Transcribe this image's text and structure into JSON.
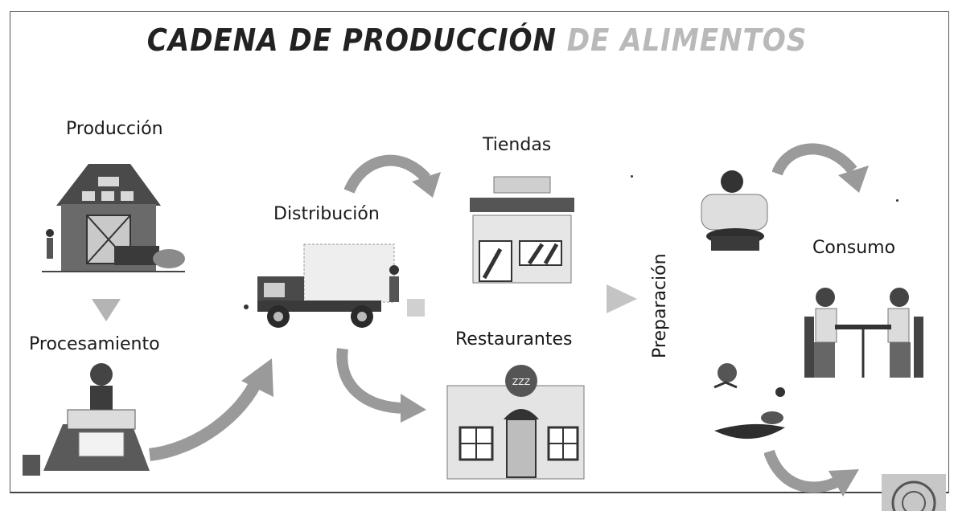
{
  "title": {
    "part1": "CADENA DE PRODUCCIÓN",
    "part2": "DE ALIMENTOS"
  },
  "stages": {
    "produccion": "Producción",
    "procesamiento": "Procesamiento",
    "distribucion": "Distribución",
    "tiendas": "Tiendas",
    "restaurantes": "Restaurantes",
    "preparacion": "Preparación",
    "consumo": "Consumo"
  },
  "restaurant_sign": "ZZZ",
  "icons": {
    "farm": "barn-icon",
    "factory": "worker-at-table-icon",
    "truck": "delivery-truck-icon",
    "shop": "store-icon",
    "restaurant": "restaurant-building-icon",
    "home_cook": "home-cook-icon",
    "chef": "chef-cooking-icon",
    "diners": "diners-at-table-icon"
  }
}
